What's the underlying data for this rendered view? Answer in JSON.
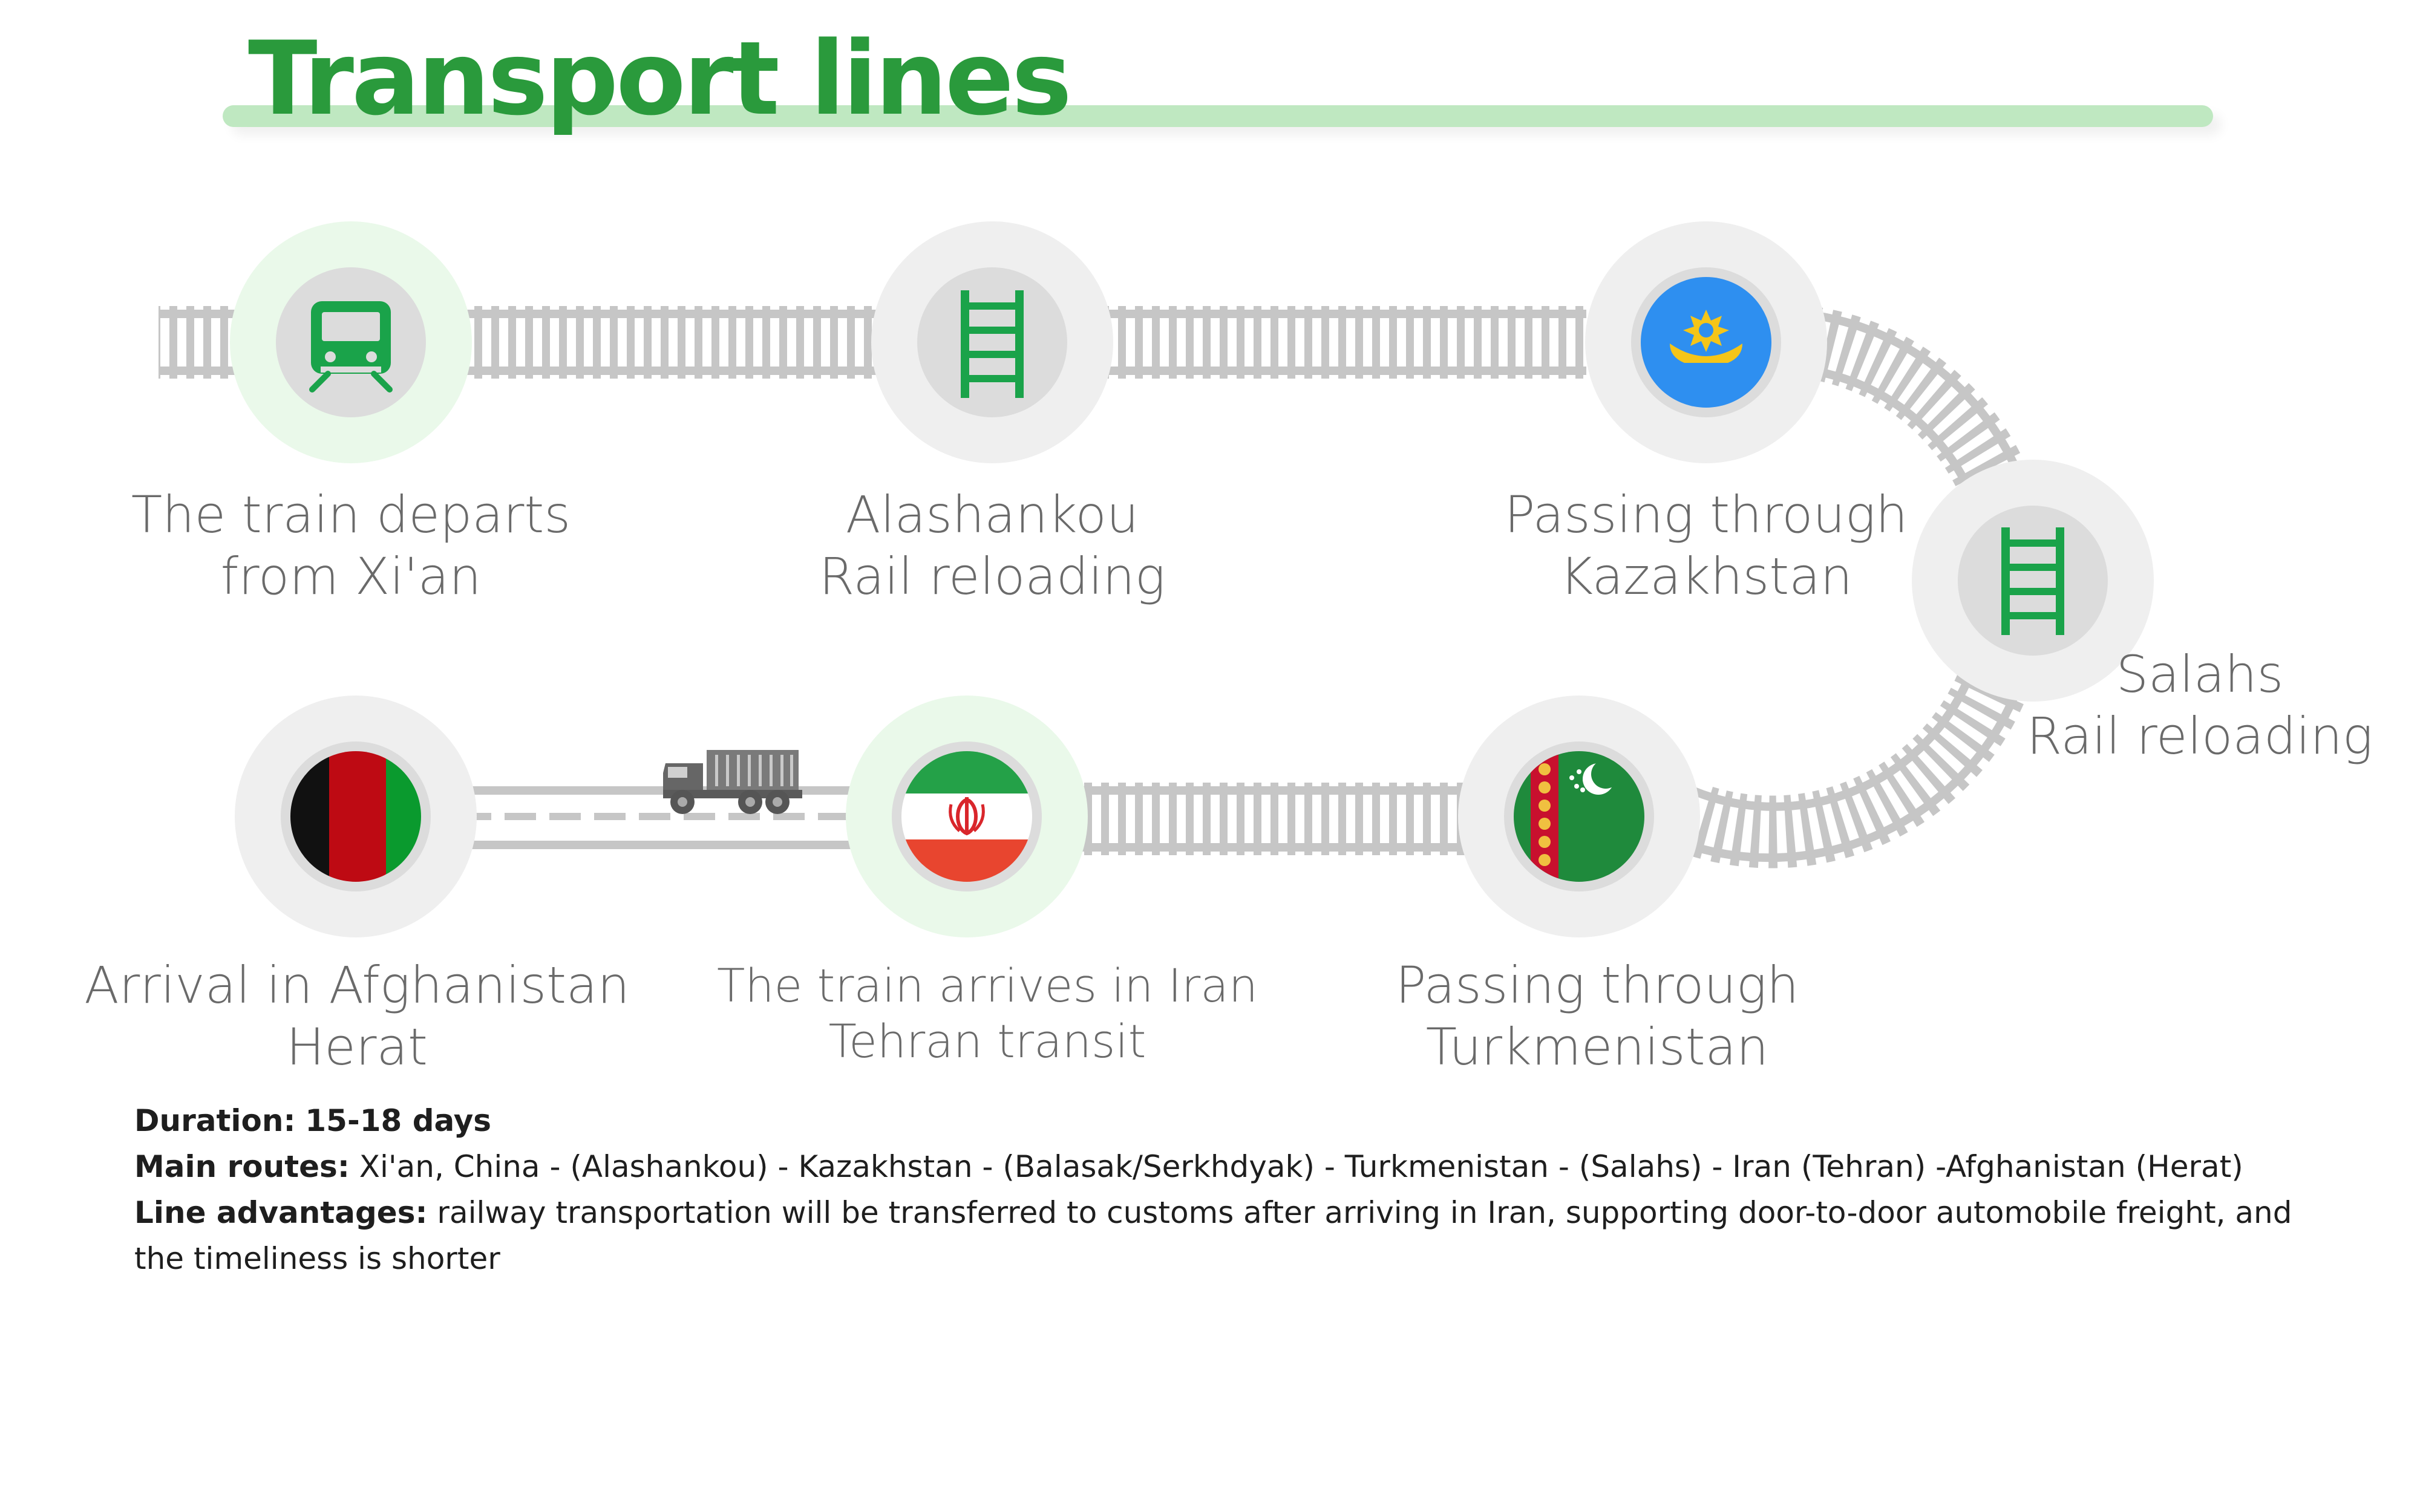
{
  "header": {
    "title": "Transport lines"
  },
  "stops": [
    {
      "id": "xian",
      "line1": "The train departs",
      "line2": "from Xi'an",
      "icon": "train-icon"
    },
    {
      "id": "alashankou",
      "line1": "Alashankou",
      "line2": "Rail reloading",
      "icon": "rail-track-icon"
    },
    {
      "id": "kazakhstan",
      "line1": "Passing through",
      "line2": "Kazakhstan",
      "icon": "kazakhstan-flag-icon"
    },
    {
      "id": "salahs",
      "line1": "Salahs",
      "line2": "Rail reloading",
      "icon": "rail-track-icon"
    },
    {
      "id": "turkmenistan",
      "line1": "Passing through",
      "line2": "Turkmenistan",
      "icon": "turkmenistan-flag-icon"
    },
    {
      "id": "iran",
      "line1": "The train arrives in Iran",
      "line2": "Tehran transit",
      "icon": "iran-flag-icon"
    },
    {
      "id": "afghanistan",
      "line1": "Arrival in Afghanistan",
      "line2": "Herat",
      "icon": "afghanistan-flag-icon"
    }
  ],
  "truck_icon": "truck-icon",
  "info": {
    "duration_label": "Duration:",
    "duration_value": "15-18 days",
    "routes_label": "Main routes:",
    "routes_value": "Xi'an, China - (Alashankou) - Kazakhstan - (Balasak/Serkhdyak) - Turkmenistan - (Salahs) - Iran (Tehran) -Afghanistan (Herat)",
    "advantages_label": "Line advantages:",
    "advantages_value": "railway transportation will be transferred to customs after arriving in Iran, supporting door-to-door automobile freight, and the timeliness is shorter"
  },
  "colors": {
    "title_green": "#2a9a3c",
    "title_bar": "#bfe8c1",
    "rail_gray": "#c6c6c6",
    "icon_green": "#1aa34a",
    "node_outer": "#efefef",
    "node_outer_active": "#eaf9ea",
    "node_inner": "#dcdcdc",
    "label_gray": "#6a6a6a"
  }
}
